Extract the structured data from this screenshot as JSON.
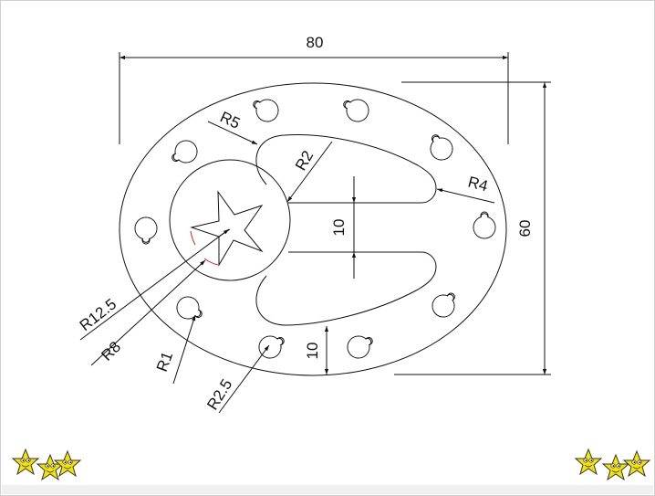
{
  "drawing": {
    "dimensions": {
      "width": "80",
      "height": "60",
      "slot_gap": "10",
      "rim_width": "10"
    },
    "radii": {
      "r5": "R5",
      "r2": "R2",
      "r4": "R4",
      "r12_5": "R12.5",
      "r8": "R8",
      "r1": "R1",
      "r2_5": "R2.5"
    }
  },
  "colors": {
    "line": "#111111",
    "highlight": "#e02020",
    "star": "#f5e400"
  }
}
